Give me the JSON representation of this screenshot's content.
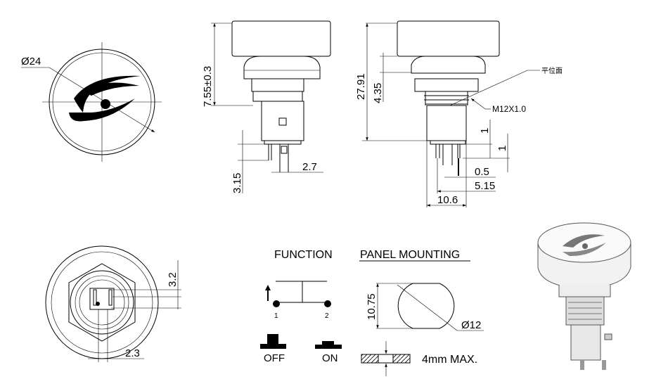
{
  "top_view": {
    "diameter_label": "Ø24"
  },
  "side_view_left": {
    "height_label": "7.55±0.3",
    "pin_length_label": "3.15",
    "pin_spacing_label": "2.7"
  },
  "side_view_right": {
    "total_height_label": "27.91",
    "dome_label": "4.35",
    "flat_face_label": "平位面",
    "thread_label": "M12X1.0",
    "dim_1a": "1",
    "dim_1b": "1",
    "pin_width_label": "0.5",
    "pin_offset_label": "5.15",
    "body_width_label": "10.6"
  },
  "bottom_view": {
    "dim_vertical": "3.2",
    "dim_horizontal": "2.3"
  },
  "function": {
    "title": "FUNCTION",
    "terminal_1": "1",
    "terminal_2": "2",
    "off_label": "OFF",
    "on_label": "ON"
  },
  "panel_mounting": {
    "title": "PANEL MOUNTING",
    "flat_label": "10.75",
    "hole_label": "Ø12",
    "thickness_label": "4mm MAX."
  }
}
